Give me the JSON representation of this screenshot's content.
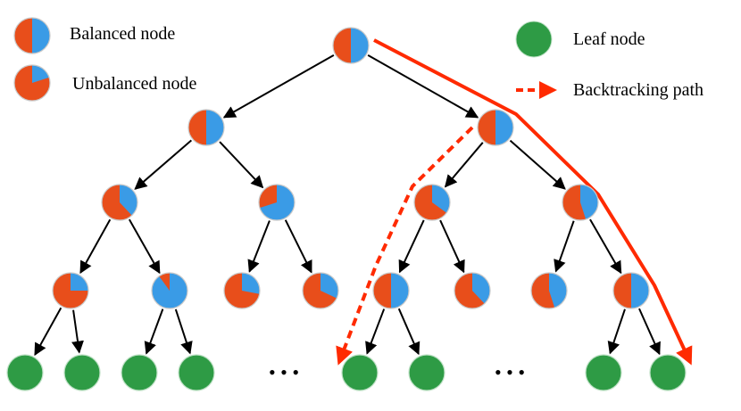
{
  "legend": {
    "balanced": {
      "label": "Balanced node",
      "red_fraction": 0.5
    },
    "unbalanced": {
      "label": "Unbalanced node",
      "red_fraction": 0.8
    },
    "leaf": {
      "label": "Leaf node"
    },
    "backtracking": {
      "label": "Backtracking path"
    }
  },
  "colors": {
    "red": "#e84e1b",
    "blue": "#3a9be6",
    "green": "#2e9b45",
    "path": "#ff2a00",
    "edge": "#000000"
  },
  "ellipsis": "• • •",
  "tree": {
    "root": {
      "red_fraction": 0.5
    },
    "level1": [
      {
        "red_fraction": 0.5
      },
      {
        "red_fraction": 0.5
      }
    ],
    "level2": [
      {
        "red_fraction": 0.62
      },
      {
        "red_fraction": 0.3
      },
      {
        "red_fraction": 0.65
      },
      {
        "red_fraction": 0.55
      }
    ],
    "level3": [
      {
        "red_fraction": 0.75
      },
      {
        "red_fraction": 0.1
      },
      {
        "red_fraction": 0.72
      },
      {
        "red_fraction": 0.68
      },
      {
        "red_fraction": 0.5
      },
      {
        "red_fraction": 0.62
      },
      {
        "red_fraction": 0.55
      },
      {
        "red_fraction": 0.5
      }
    ],
    "leaves_count": 8
  }
}
